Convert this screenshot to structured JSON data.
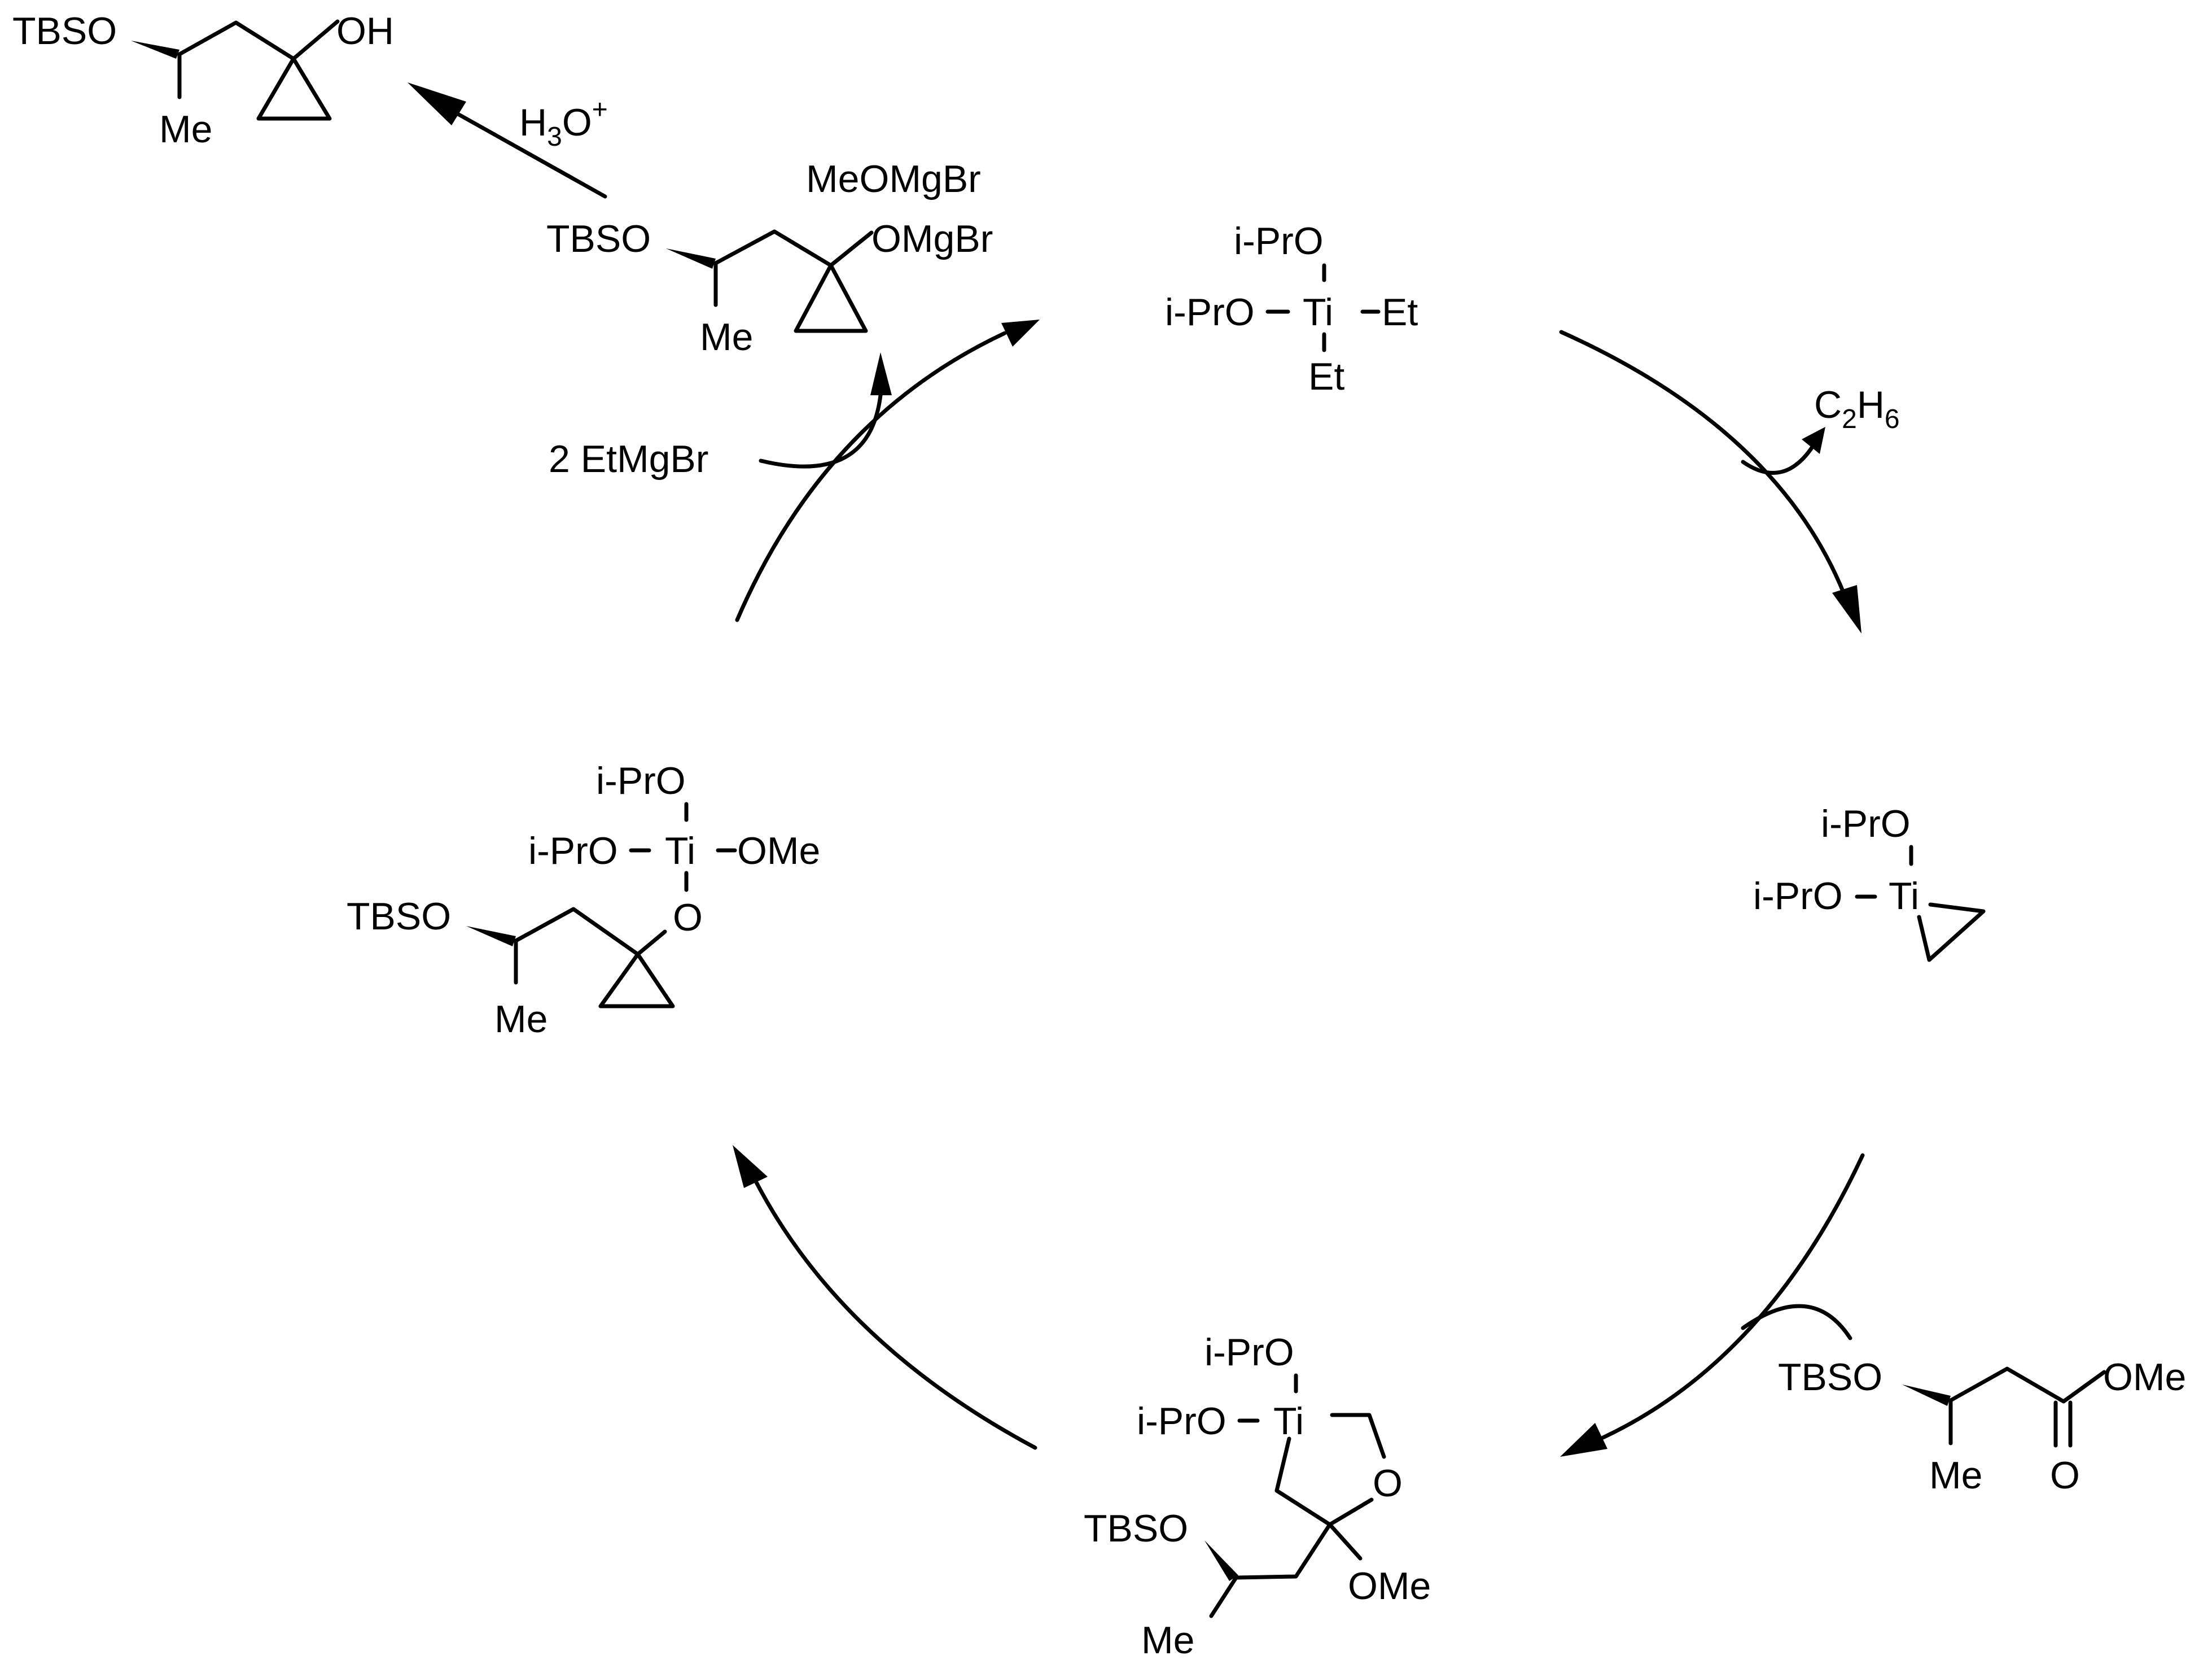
{
  "product": {
    "tbso": "TBSO",
    "oh": "OH",
    "me": "Me"
  },
  "hydrolysis": {
    "reagent_h": "H",
    "reagent_3": "3",
    "reagent_o": "O",
    "reagent_plus": "+"
  },
  "mg_intermediate": {
    "meomgbr": "MeOMgBr",
    "tbso": "TBSO",
    "omgbr": "OMgBr",
    "me": "Me"
  },
  "grignard": {
    "reagent": "2 EtMgBr"
  },
  "ti_diethyl": {
    "ipro_top": "i-PrO",
    "ipro_left": "i-PrO",
    "ti": "Ti",
    "et_right": "Et",
    "et_bottom": "Et"
  },
  "ethane": {
    "c": "C",
    "c_sub": "2",
    "h": "H",
    "h_sub": "6"
  },
  "titanacyclopropane": {
    "ipro_top": "i-PrO",
    "ipro_left": "i-PrO",
    "ti": "Ti"
  },
  "ester": {
    "tbso": "TBSO",
    "ome": "OMe",
    "o": "O",
    "me": "Me"
  },
  "oxatitanacycle": {
    "ipro_top": "i-PrO",
    "ipro_left": "i-PrO",
    "ti": "Ti",
    "o_ring": "O",
    "tbso": "TBSO",
    "ome": "OMe",
    "me": "Me"
  },
  "ti_alkoxide": {
    "ipro_top": "i-PrO",
    "ipro_left": "i-PrO",
    "ti": "Ti",
    "ome": "OMe",
    "o": "O",
    "tbso": "TBSO",
    "me": "Me"
  }
}
